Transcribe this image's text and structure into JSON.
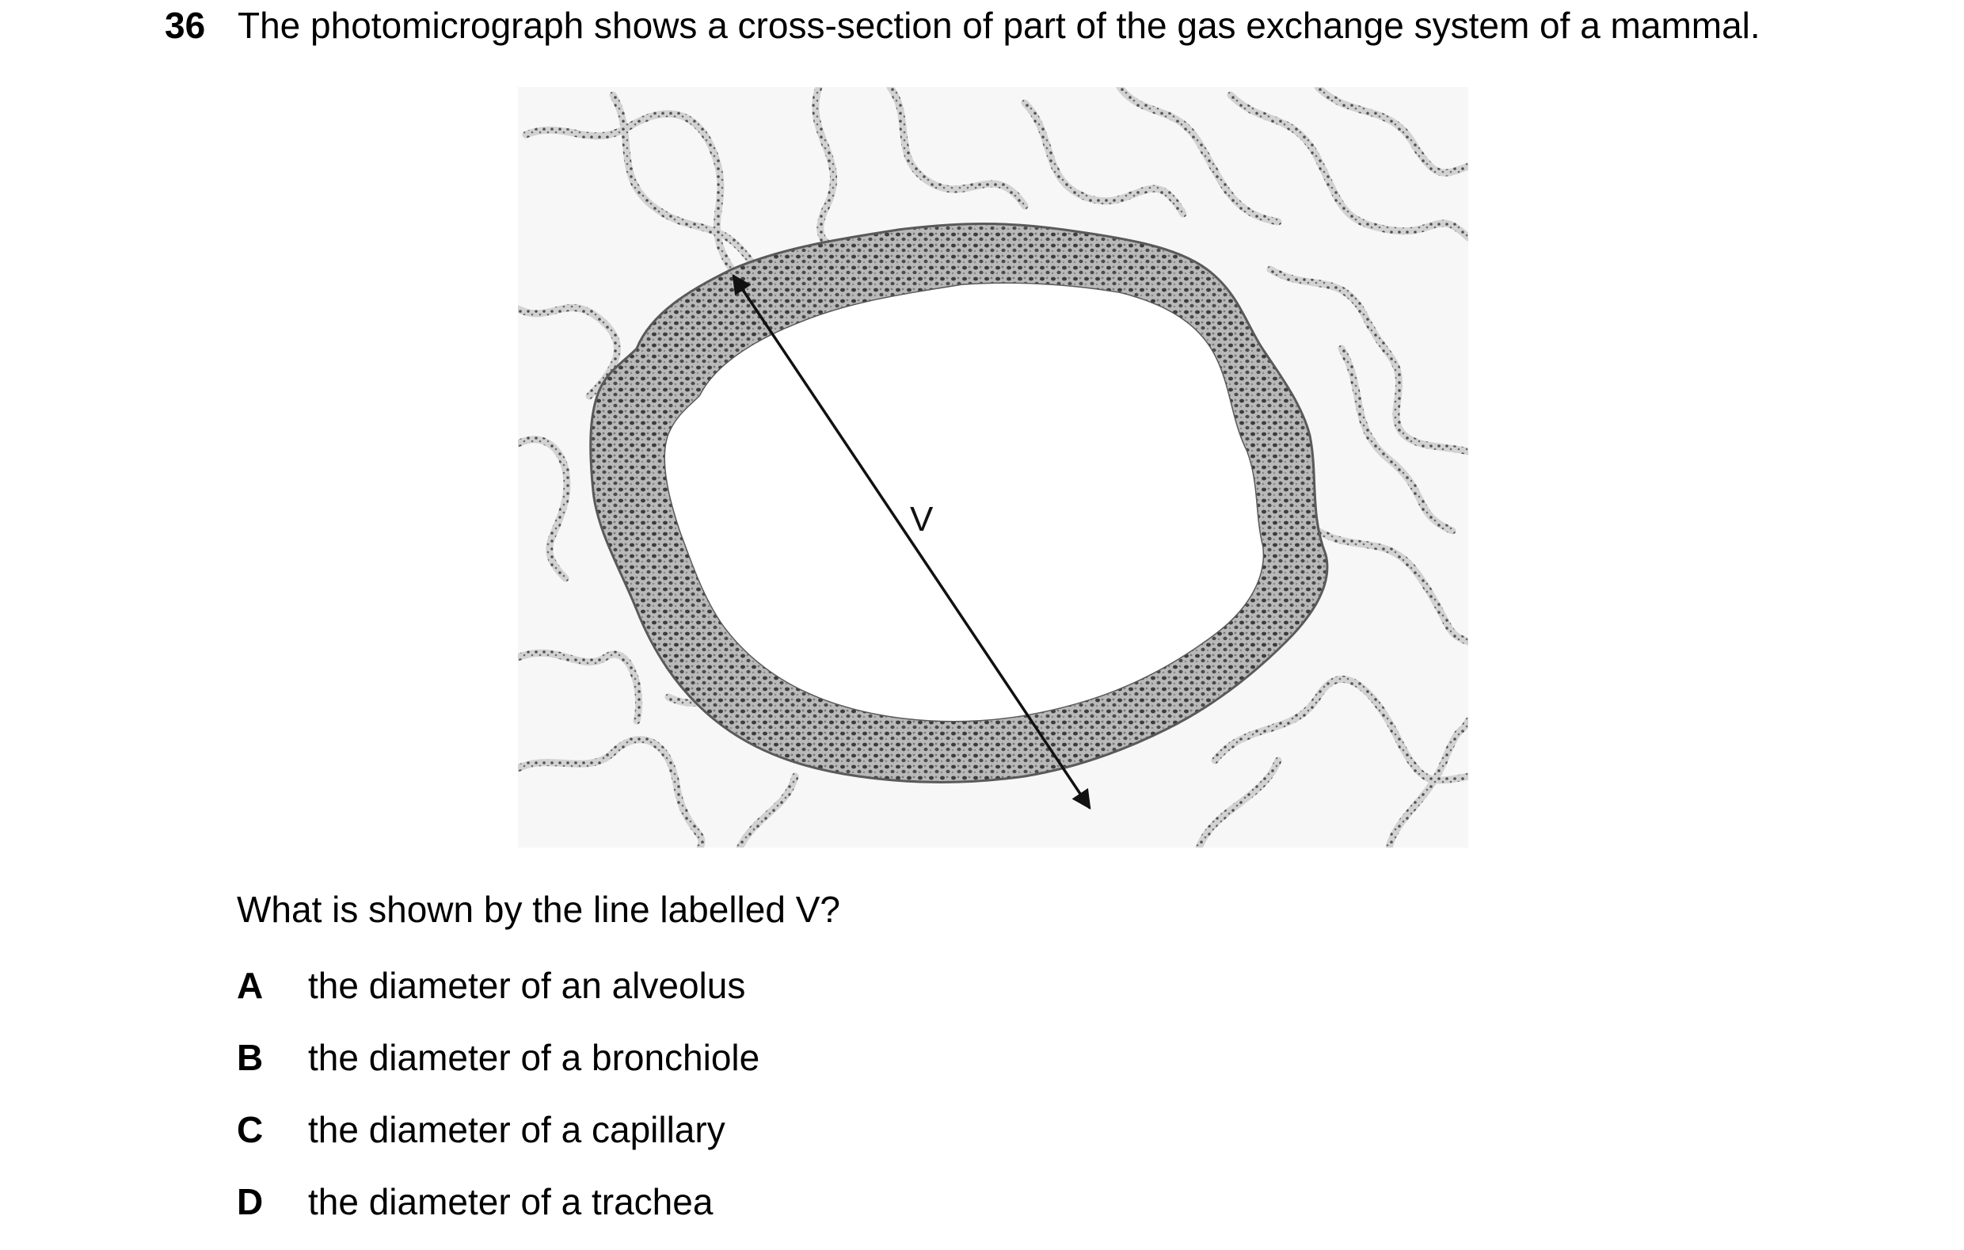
{
  "question": {
    "number": "36",
    "stem": "The photomicrograph shows a cross-section of part of the gas exchange system of a mammal."
  },
  "figure": {
    "line_label": "V"
  },
  "prompt": "What is shown by the line labelled V?",
  "options": [
    {
      "letter": "A",
      "text": "the diameter of an alveolus"
    },
    {
      "letter": "B",
      "text": "the diameter of a bronchiole"
    },
    {
      "letter": "C",
      "text": "the diameter of a capillary"
    },
    {
      "letter": "D",
      "text": "the diameter of a trachea"
    }
  ]
}
